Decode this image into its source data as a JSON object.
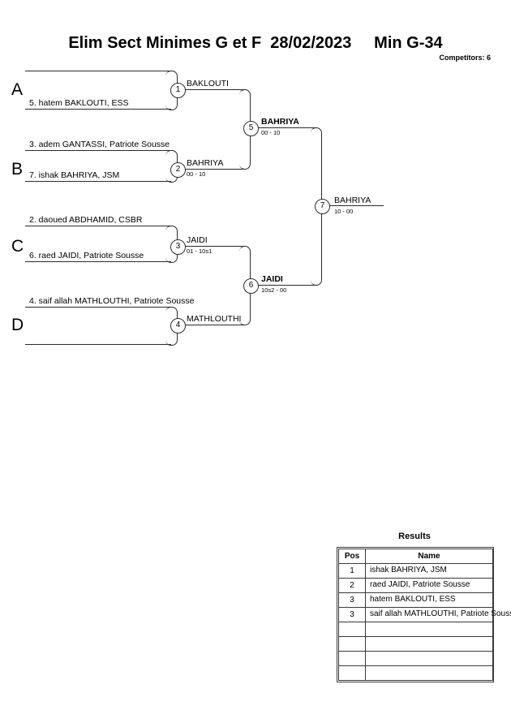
{
  "header": {
    "title": "Elim Sect Minimes G et F  28/02/2023     Min G-34",
    "competitors_label": "Competitors: 6"
  },
  "bracket": {
    "sections": [
      {
        "letter": "A",
        "entries": [
          {
            "text": ""
          },
          {
            "text": "5. hatem BAKLOUTI, ESS"
          }
        ]
      },
      {
        "letter": "B",
        "entries": [
          {
            "text": "3. adem GANTASSI, Patriote Sousse"
          },
          {
            "text": "7. ishak BAHRIYA, JSM"
          }
        ]
      },
      {
        "letter": "C",
        "entries": [
          {
            "text": "2. daoued ABDHAMID, CSBR"
          },
          {
            "text": "6. raed JAIDI, Patriote Sousse"
          }
        ]
      },
      {
        "letter": "D",
        "entries": [
          {
            "text": "4. saif allah MATHLOUTHI, Patriote Sousse"
          },
          {
            "text": ""
          }
        ]
      }
    ],
    "matches": [
      {
        "number": "1",
        "winner": "BAKLOUTI",
        "score": "",
        "bold": false
      },
      {
        "number": "2",
        "winner": "BAHRIYA",
        "score": "00 - 10",
        "bold": false
      },
      {
        "number": "3",
        "winner": "JAIDI",
        "score": "01 - 10s1",
        "bold": false
      },
      {
        "number": "4",
        "winner": "MATHLOUTHI",
        "score": "",
        "bold": false
      },
      {
        "number": "5",
        "winner": "BAHRIYA",
        "score": "00 - 10",
        "bold": true
      },
      {
        "number": "6",
        "winner": "JAIDI",
        "score": "10s2 - 00",
        "bold": true
      },
      {
        "number": "7",
        "winner": "BAHRIYA",
        "score": "10 - 00",
        "bold": false
      }
    ]
  },
  "results": {
    "title": "Results",
    "columns": [
      "Pos",
      "Name"
    ],
    "rows": [
      {
        "pos": "1",
        "name": "ishak BAHRIYA, JSM"
      },
      {
        "pos": "2",
        "name": "raed JAIDI, Patriote Sousse"
      },
      {
        "pos": "3",
        "name": "hatem BAKLOUTI, ESS"
      },
      {
        "pos": "3",
        "name": "saif allah MATHLOUTHI, Patriote Sousse"
      },
      {
        "pos": "",
        "name": ""
      },
      {
        "pos": "",
        "name": ""
      },
      {
        "pos": "",
        "name": ""
      },
      {
        "pos": "",
        "name": ""
      }
    ]
  }
}
